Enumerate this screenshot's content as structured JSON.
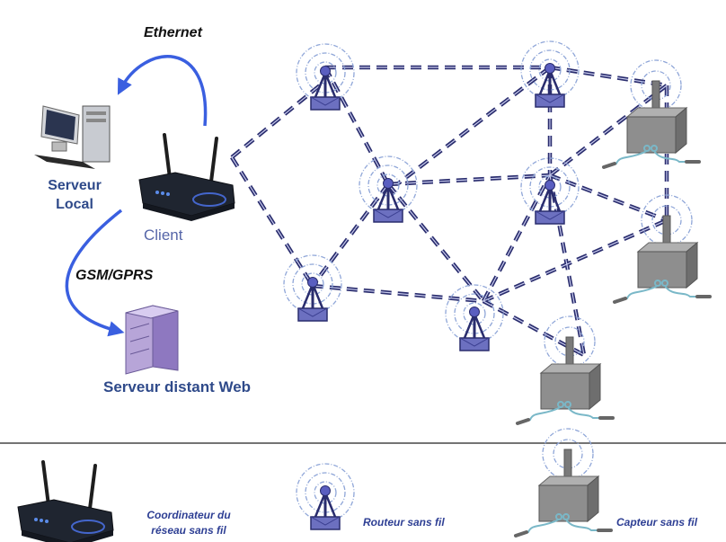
{
  "labels": {
    "ethernet": "Ethernet",
    "gsm_gprs": "GSM/GPRS",
    "serveur_local": "Serveur Local",
    "client": "Client",
    "serveur_distant": "Serveur distant Web"
  },
  "legend": {
    "coordinateur": "Coordinateur du réseau sans fil",
    "routeur": "Routeur sans fil",
    "capteur": "Capteur sans fil"
  },
  "colors": {
    "arrow": "#3a5fe0",
    "link_dark": "#2a2d6e",
    "link_light": "#c9ccee",
    "ring": "#8fa6d8",
    "router_base": "#6c70c0",
    "sensor_box": "#8e8e8e",
    "server_purple": "#b7a5d8"
  }
}
